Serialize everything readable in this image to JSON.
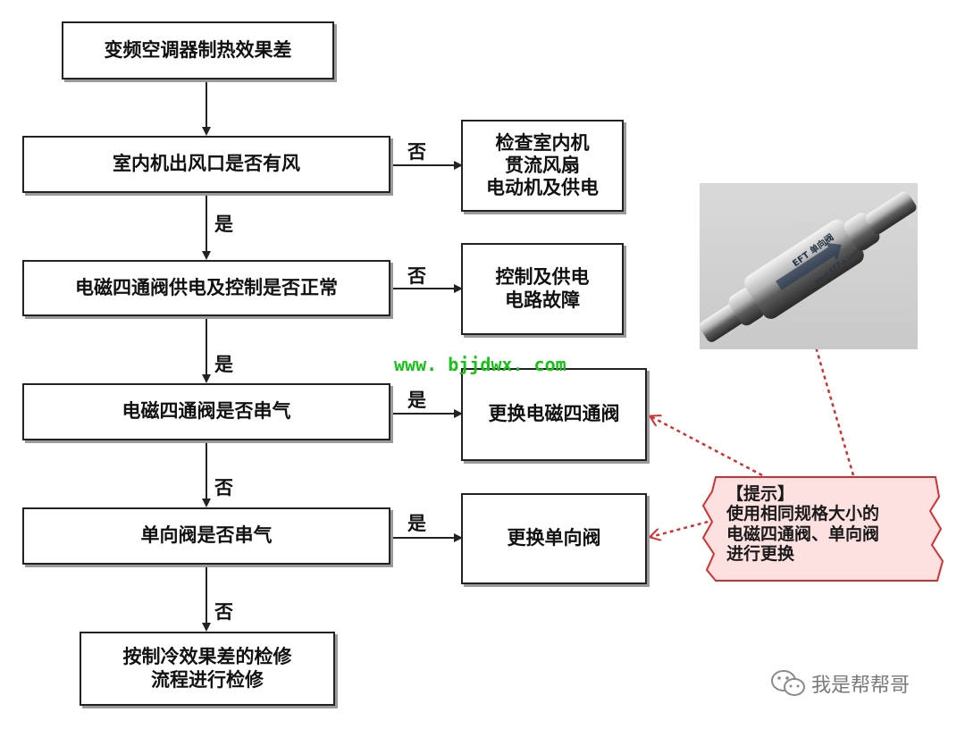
{
  "nodes": {
    "start": "变频空调器制热效果差",
    "q1": "室内机出风口是否有风",
    "r1": "检查室内机\n贯流风扇\n电动机及供电",
    "q2": "电磁四通阀供电及控制是否正常",
    "r2": "控制及供电\n电路故障",
    "q3": "电磁四通阀是否串气",
    "r3": "更换电磁四通阀",
    "q4": "单向阀是否串气",
    "r4": "更换单向阀",
    "end": "按制冷效果差的检修\n流程进行检修"
  },
  "labels": {
    "q1_no": "否",
    "q1_yes": "是",
    "q2_no": "否",
    "q2_yes": "是",
    "q3_yes": "是",
    "q3_no": "否",
    "q4_yes": "是",
    "q4_no": "否"
  },
  "photo": {
    "brand": "EFT 单向阀",
    "url_text": "www.EFT-a.com"
  },
  "website": "www. bjjdwx. com",
  "tip": {
    "title": "【提示】",
    "line1": "使用相同规格大小的",
    "line2": "电磁四通阀、单向阀",
    "line3": "进行更换"
  },
  "watermark": "我是帮帮哥",
  "colors": {
    "line": "#222222",
    "dotted_arrow": "#d43030",
    "tip_fill": "#fde0e0",
    "tip_border": "#d43030",
    "website": "#17c217"
  },
  "icons": [
    "wechat-icon"
  ]
}
